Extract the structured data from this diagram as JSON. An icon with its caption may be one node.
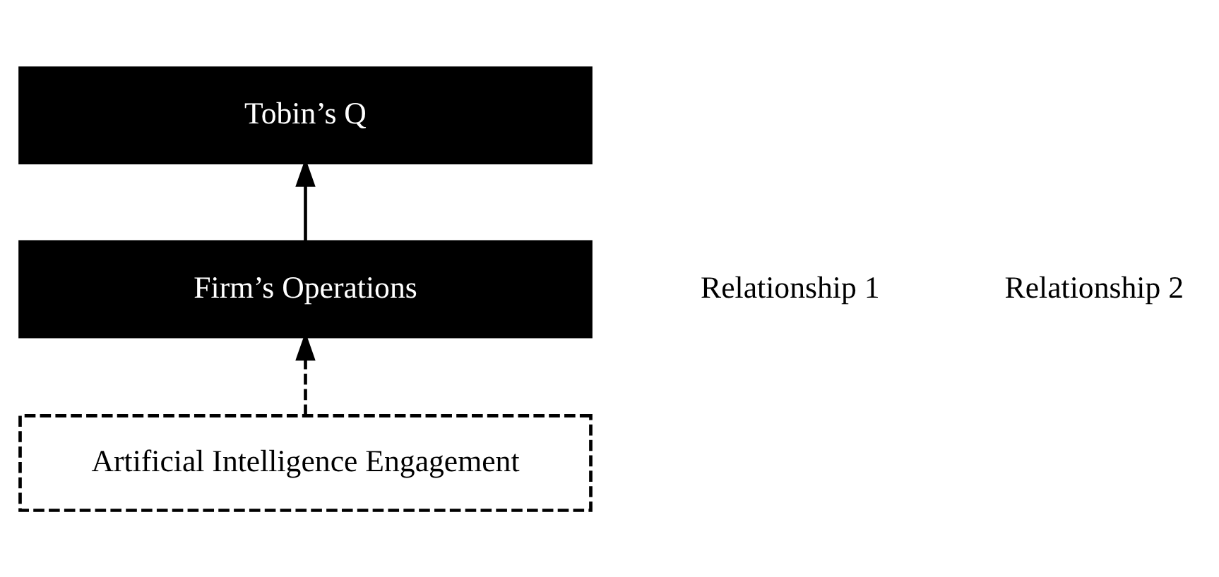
{
  "diagram": {
    "nodes": [
      {
        "text": [
          "Tobin’s Q"
        ]
      },
      {
        "text": [
          "Firm’s Operations"
        ]
      },
      {
        "text": [
          "Artificial Intelligence Engagement"
        ]
      }
    ],
    "edges": [
      {
        "from": 1,
        "to": 0,
        "arrow": "to"
      },
      {
        "from": 2,
        "to": 1,
        "arrow": "to",
        "style": "dashed"
      }
    ],
    "labels": [
      "Relationship 1",
      "Relationship 2"
    ]
  }
}
